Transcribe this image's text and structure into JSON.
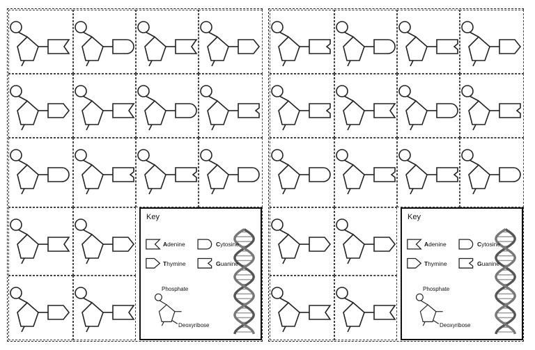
{
  "sheets": [
    {
      "rows": [
        [
          "adenine",
          "cytosine",
          "adenine",
          "thymine"
        ],
        [
          "thymine",
          "adenine",
          "cytosine",
          "guanine"
        ],
        [
          "cytosine",
          "guanine",
          "guanine",
          "cytosine"
        ],
        [
          "adenine",
          "thymine"
        ],
        [
          "thymine",
          "adenine"
        ]
      ]
    },
    {
      "rows": [
        [
          "guanine",
          "cytosine",
          "guanine",
          "thymine"
        ],
        [
          "guanine",
          "adenine",
          "cytosine",
          "guanine"
        ],
        [
          "cytosine",
          "guanine",
          "guanine",
          "cytosine"
        ],
        [
          "thymine",
          "thymine"
        ],
        [
          "adenine",
          "adenine"
        ]
      ]
    }
  ],
  "key": {
    "title": "Key",
    "bases": [
      {
        "id": "adenine",
        "first": "A",
        "rest": "denine"
      },
      {
        "id": "cytosine",
        "first": "C",
        "rest": "ytosine"
      },
      {
        "id": "thymine",
        "first": "T",
        "rest": "hymine"
      },
      {
        "id": "guanine",
        "first": "G",
        "rest": "uanine"
      }
    ],
    "phosphate_label": "Phosphate",
    "sugar_label": "Deoxyribose"
  },
  "shape_icons": {
    "adenine": "notched-arrow-shape-icon",
    "cytosine": "rounded-end-shape-icon",
    "thymine": "pointed-end-shape-icon",
    "guanine": "notched-square-shape-icon"
  }
}
